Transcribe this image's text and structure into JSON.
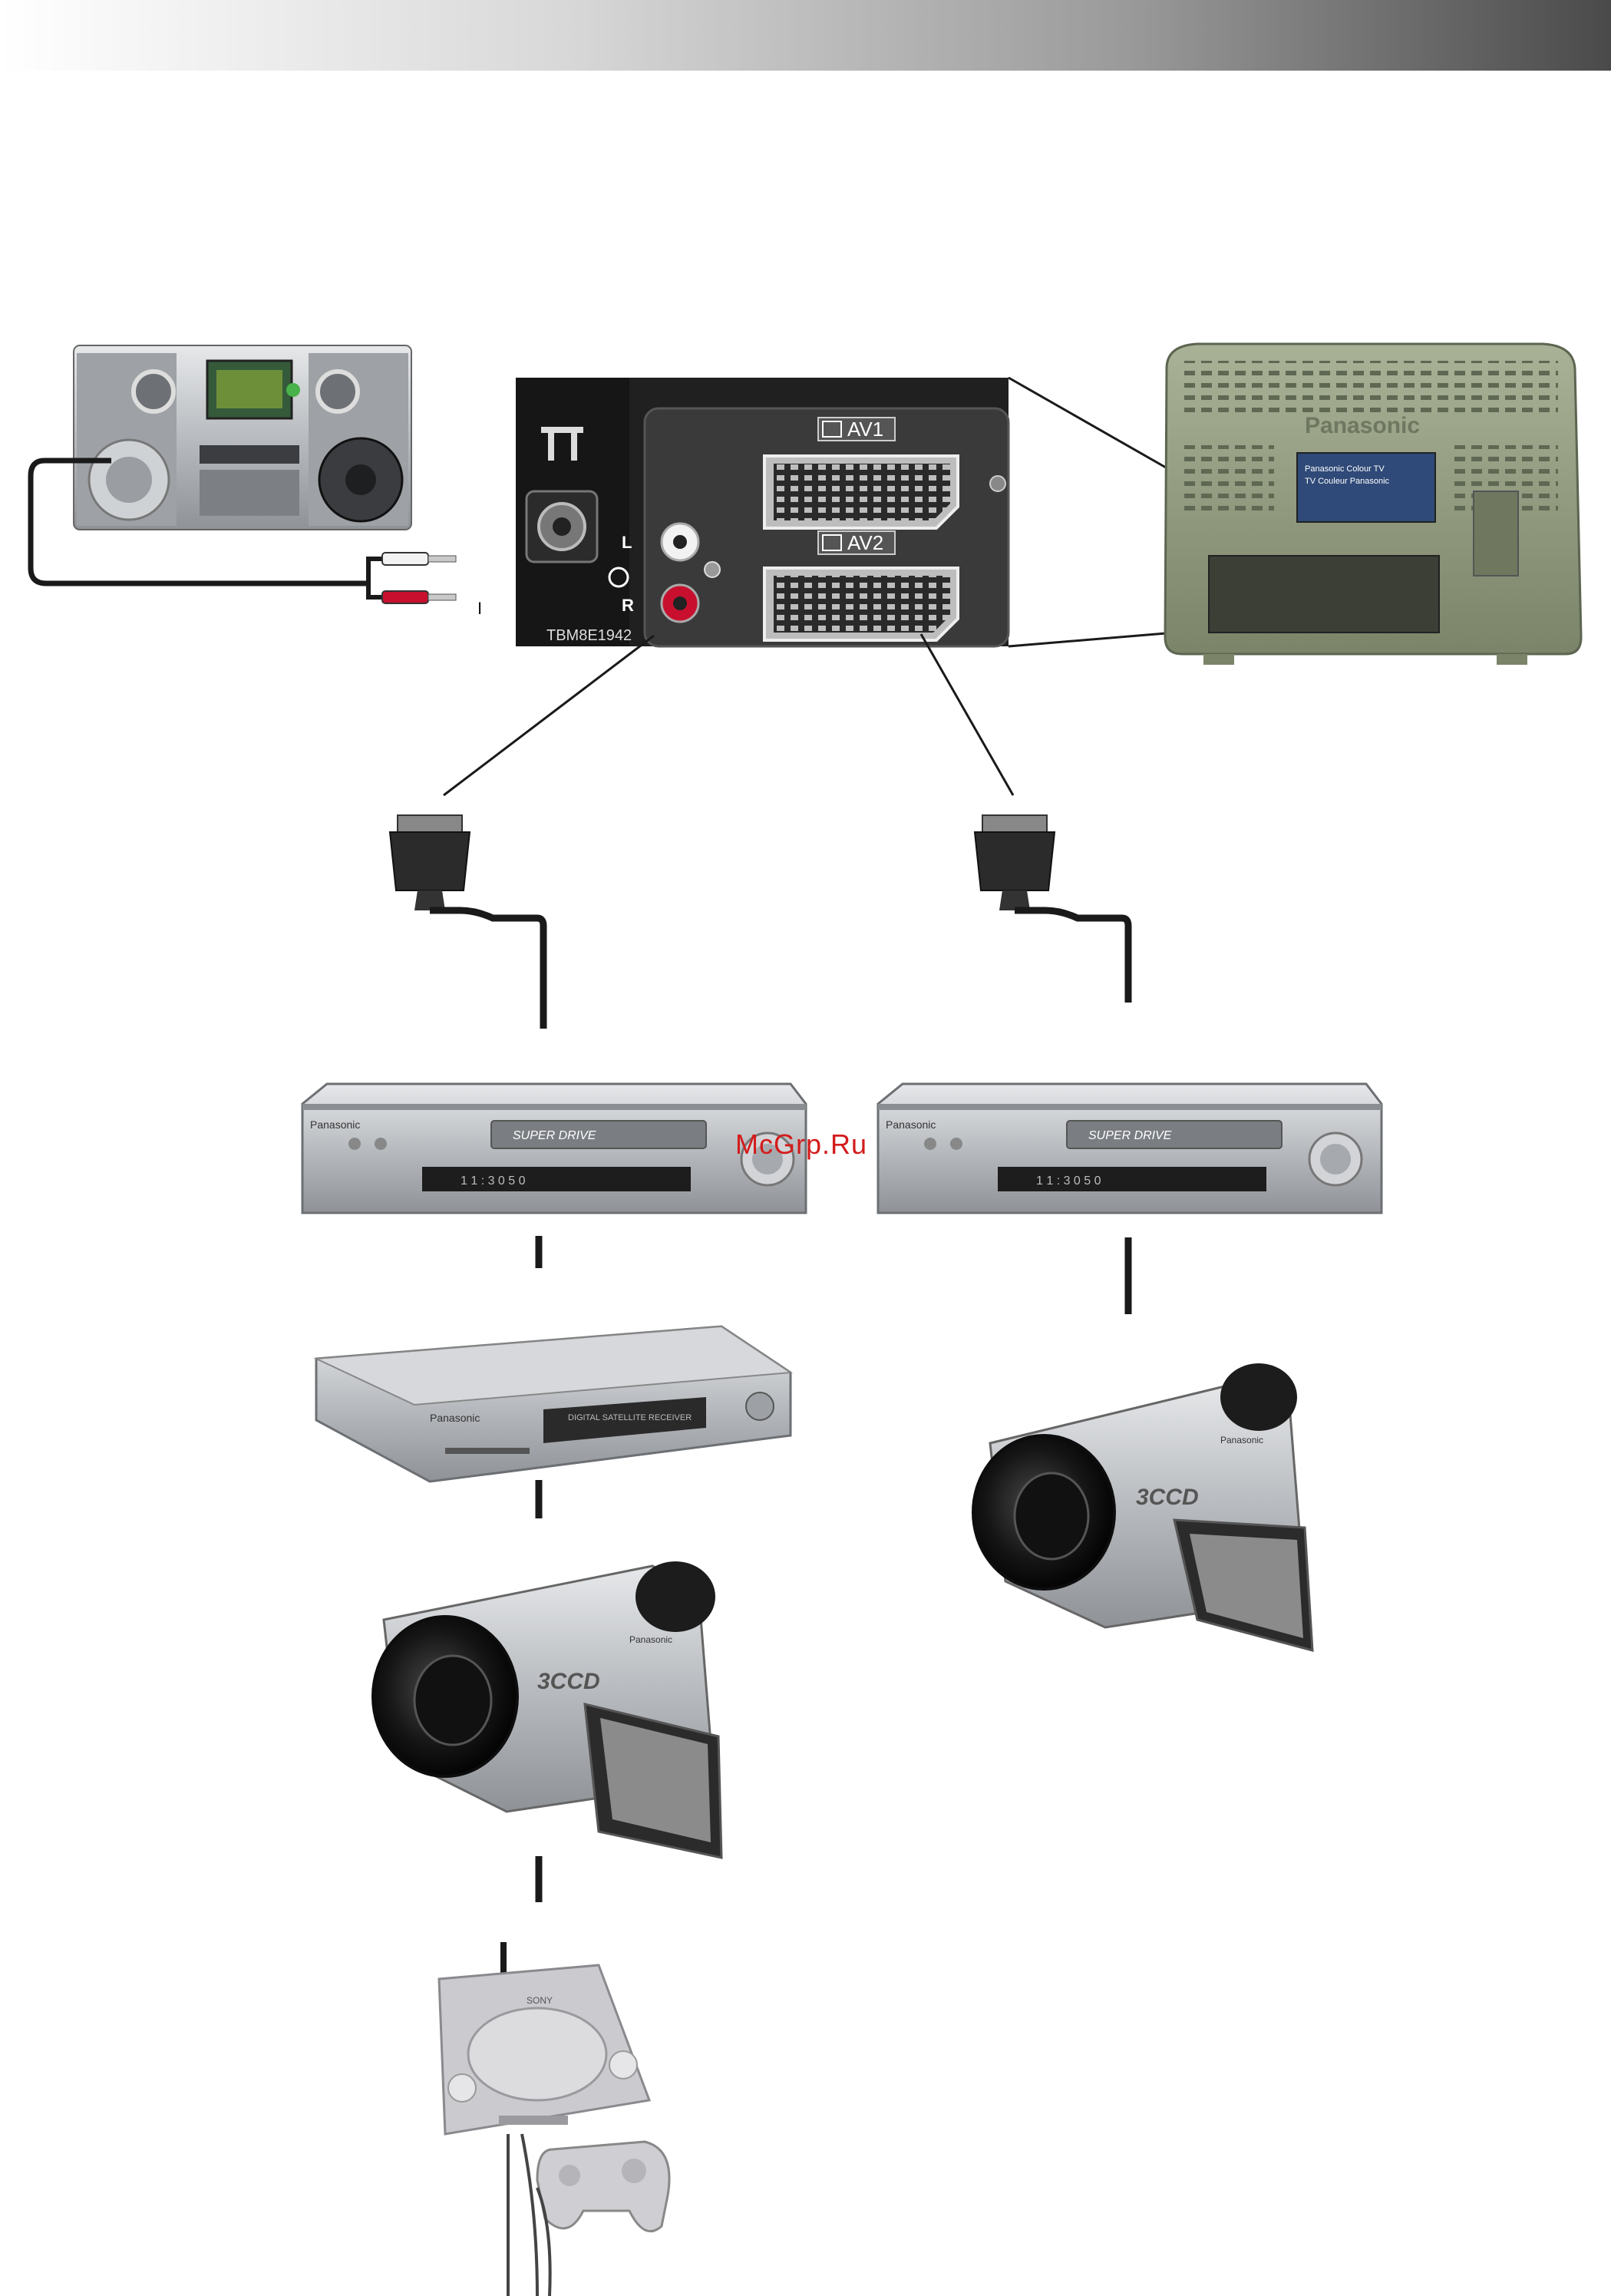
{
  "panel": {
    "model_label": "TBM8E1942",
    "av1_label": "AV1",
    "av2_label": "AV2",
    "left_label": "L",
    "right_label": "R",
    "cable_mark": "I"
  },
  "devices": {
    "tv_brand": "Panasonic",
    "tv_rear_sticker_line1": "Panasonic Colour TV",
    "tv_rear_sticker_line2": "TV Couleur Panasonic",
    "vcr_brand": "Panasonic",
    "vcr_model_text": "SUPER DRIVE",
    "vcr_display": "1 1 : 3 0 5 0",
    "sat_brand": "Panasonic",
    "sat_model_text": "DIGITAL SATELLITE RECEIVER",
    "camcorder_badge": "3CCD",
    "camcorder_brand": "Panasonic",
    "console_brand": "SONY"
  },
  "watermark": "McGrp.Ru",
  "colors": {
    "cable": "#1a1a1a",
    "panel_bg": "#202020",
    "tv_body": "#8a9478",
    "device_silver": "#b9bcc0",
    "rca_red": "#c8102e",
    "rca_white": "#f2f2f2",
    "watermark": "#d41b1b"
  }
}
